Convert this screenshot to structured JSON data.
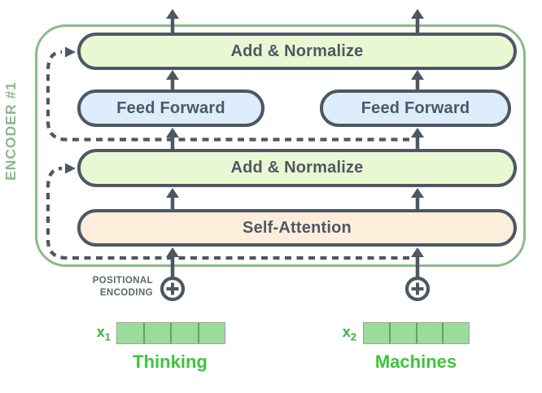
{
  "diagram": {
    "encoder": {
      "label": "ENCODER #1"
    },
    "blocks": {
      "add_normalize_top": "Add & Normalize",
      "feed_forward_left": "Feed Forward",
      "feed_forward_right": "Feed Forward",
      "add_normalize_bottom": "Add & Normalize",
      "self_attention": "Self-Attention"
    },
    "positional_encoding": {
      "line1": "POSITIONAL",
      "line2": "ENCODING"
    },
    "inputs": {
      "left": {
        "symbol": "x",
        "subscript": "1",
        "word": "Thinking",
        "vector_cells": 4
      },
      "right": {
        "symbol": "x",
        "subscript": "2",
        "word": "Machines",
        "vector_cells": 4
      }
    },
    "colors": {
      "outline_dark": "#4d5863",
      "encoder_green": "#8bbb8b",
      "add_normalize_fill": "#e9f8d2",
      "feed_forward_fill": "#ddedfb",
      "self_attention_fill": "#fdeedc",
      "vector_fill": "#9bdc9b",
      "word_green": "#3ec43e",
      "symbol_green": "#3bb43b",
      "positional_text": "#5a6772"
    }
  }
}
